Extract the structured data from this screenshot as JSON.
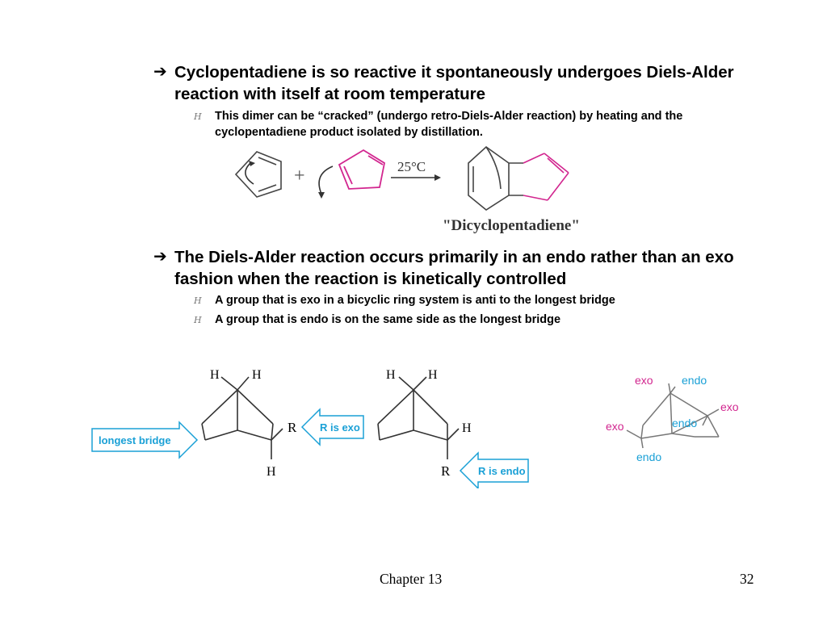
{
  "bullets": [
    {
      "text": "Cyclopentadiene is so reactive it spontaneously undergoes Diels-Alder reaction with itself at room temperature",
      "sub": [
        "This dimer can be “cracked” (undergo retro-Diels-Alder reaction) by heating and the cyclopentadiene product isolated by distillation."
      ]
    },
    {
      "text": "The Diels-Alder reaction occurs primarily in an endo rather than an exo fashion when the reaction is kinetically controlled",
      "sub": [
        "A group that is exo in a bicyclic ring system is anti to the longest bridge",
        "A group that is endo is on the same side as the longest bridge"
      ]
    }
  ],
  "scheme": {
    "plus": "+",
    "condition": "25°C",
    "product_label": "\"Dicyclopentadiene\""
  },
  "norbornane": {
    "longest_bridge_label": "longest bridge",
    "r_exo_label": "R is exo",
    "r_endo_label": "R is endo",
    "h": "H",
    "r": "R",
    "exo": "exo",
    "endo": "endo"
  },
  "footer": {
    "chapter": "Chapter 13",
    "page": "32"
  },
  "colors": {
    "magenta": "#d2268f",
    "cyan": "#1aa0d6",
    "gray": "#777777"
  }
}
